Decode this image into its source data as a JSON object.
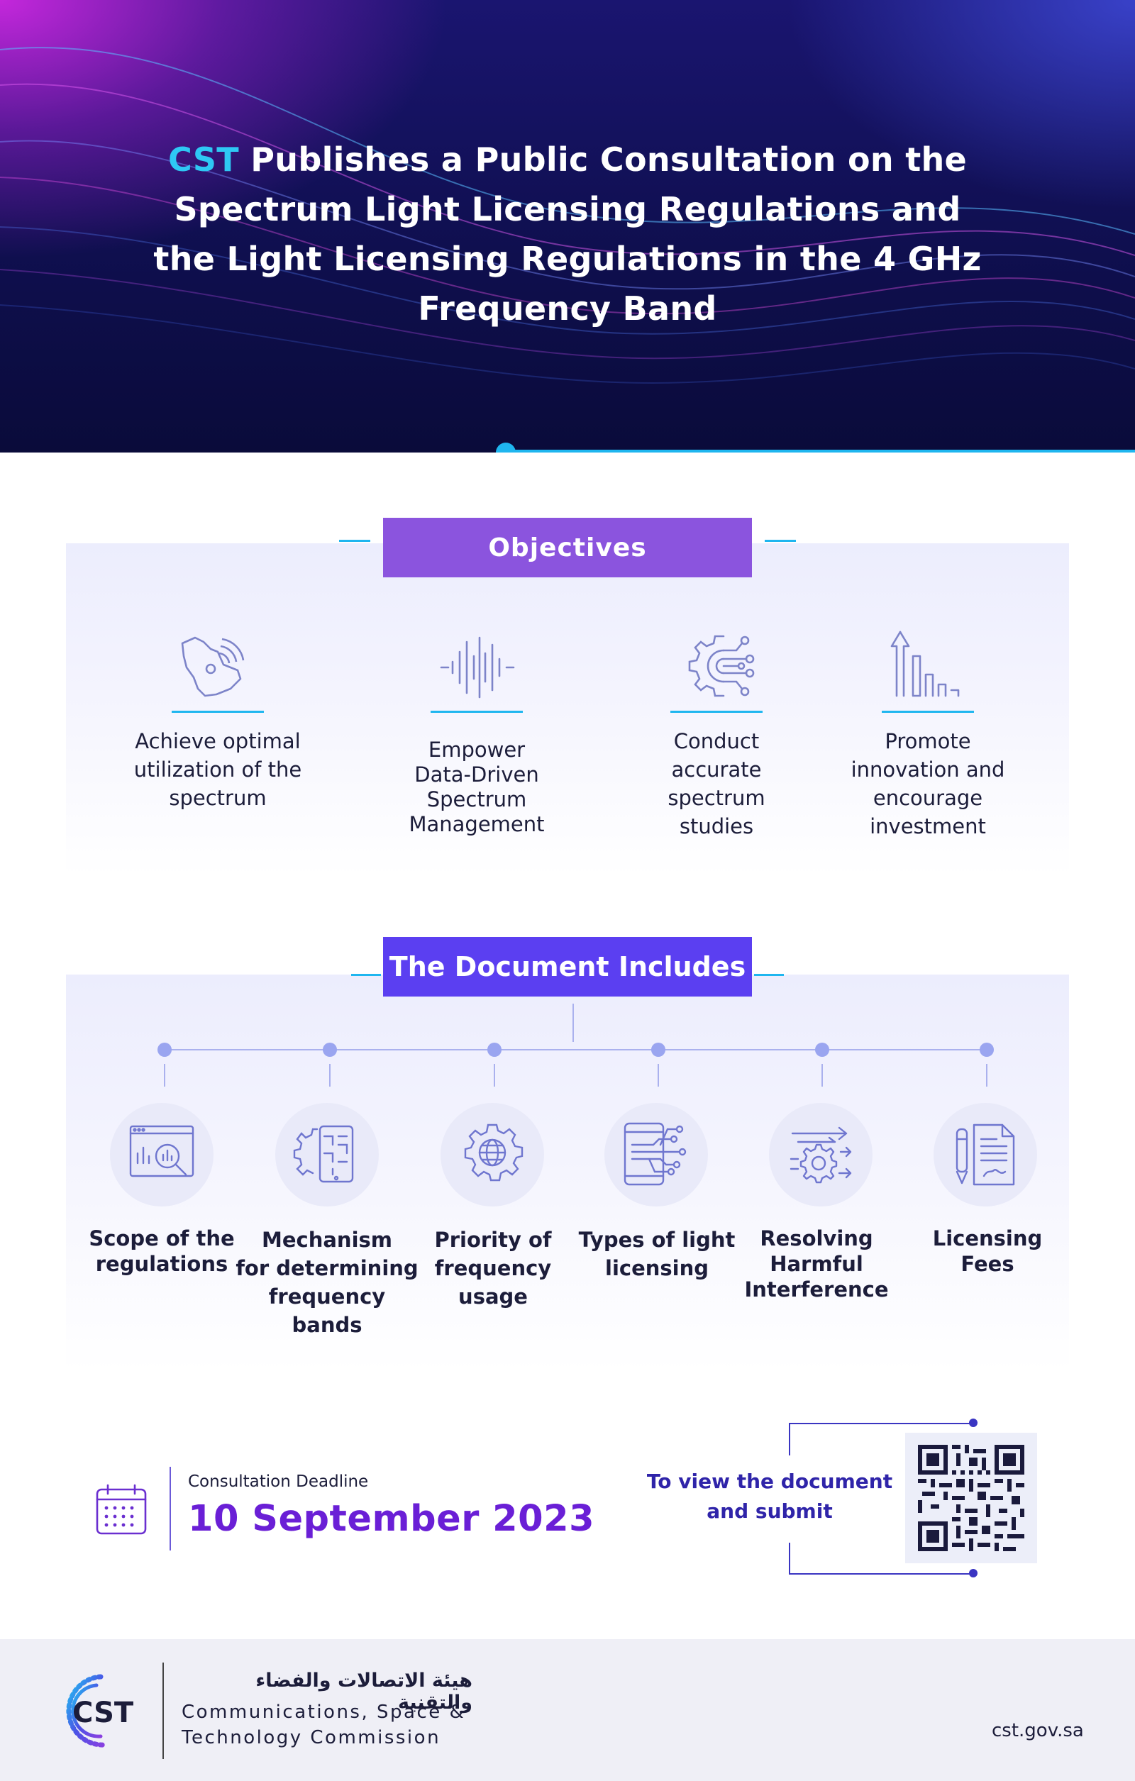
{
  "hero": {
    "brand": "CST",
    "title_line1_rest": " Publishes a Public Consultation on the",
    "title_line2": "Spectrum Light Licensing Regulations and",
    "title_line3": "the Light Licensing Regulations in the 4 GHz",
    "title_line4": "Frequency Band"
  },
  "objectives": {
    "heading": "Objectives",
    "items": [
      {
        "icon": "saudi-map-signal-icon",
        "lines": [
          "Achieve optimal",
          "utilization of the",
          "spectrum"
        ]
      },
      {
        "icon": "sound-wave-icon",
        "lines": [
          "Empower",
          "Data-Driven",
          "Spectrum",
          "Management"
        ]
      },
      {
        "icon": "gear-circuit-icon",
        "lines": [
          "Conduct",
          "accurate",
          "spectrum",
          "studies"
        ]
      },
      {
        "icon": "growth-arrow-icon",
        "lines": [
          "Promote",
          "innovation and",
          "encourage",
          "investment"
        ]
      }
    ]
  },
  "includes": {
    "heading": "The Document Includes",
    "items": [
      {
        "icon": "magnifier-chart-icon",
        "lines": [
          "Scope of the",
          "regulations"
        ]
      },
      {
        "icon": "gear-document-icon",
        "lines": [
          "Mechanism",
          "for determining",
          "frequency",
          "bands"
        ]
      },
      {
        "icon": "globe-gear-icon",
        "lines": [
          "Priority of",
          "frequency",
          "usage"
        ]
      },
      {
        "icon": "mobile-network-icon",
        "lines": [
          "Types of light",
          "licensing"
        ]
      },
      {
        "icon": "gear-arrows-icon",
        "lines": [
          "Resolving",
          "Harmful",
          "Interference"
        ]
      },
      {
        "icon": "pen-document-icon",
        "lines": [
          "Licensing",
          "Fees"
        ]
      }
    ]
  },
  "deadline": {
    "icon": "calendar-icon",
    "label": "Consultation Deadline",
    "date": "10 September 2023"
  },
  "qr": {
    "text_line1": "To view the document",
    "text_line2": "and submit",
    "icon": "qr-code-icon"
  },
  "footer": {
    "logo_text": "CST",
    "arabic_name": "هيئة الاتصالات والفضاء والتقنية",
    "english_line1": "Communications, Space &",
    "english_line2": "Technology Commission",
    "url": "cst.gov.sa"
  },
  "colors": {
    "accent_cyan": "#1fb6ef",
    "objectives_badge": "#8b54de",
    "includes_badge": "#5b3ff1",
    "date_purple": "#6a1fd6"
  }
}
